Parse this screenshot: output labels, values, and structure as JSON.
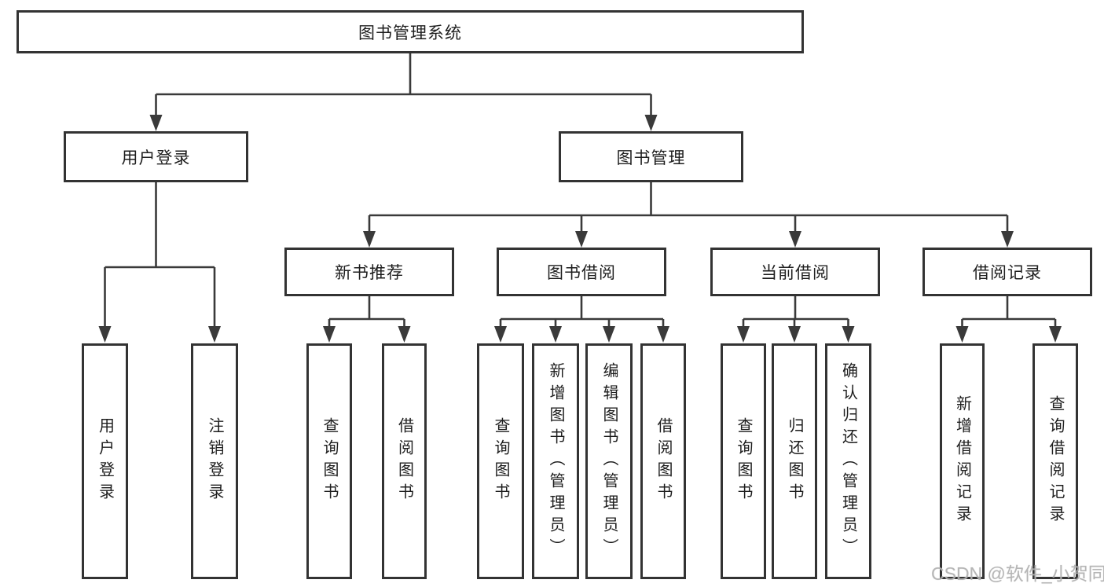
{
  "colors": {
    "line": "#3a3a3a",
    "box_border": "#333333",
    "text": "#1e1e1e",
    "watermark": "#b0b0b0",
    "background": "#ffffff"
  },
  "chart_data": {
    "type": "table",
    "title": "图书管理系统",
    "note": "function structure tree diagram"
  },
  "tree": {
    "root": "图书管理系统",
    "branches": [
      {
        "label": "用户登录",
        "children": [
          "用户登录",
          "注销登录"
        ]
      },
      {
        "label": "图书管理",
        "children": [
          {
            "label": "新书推荐",
            "children": [
              "查询图书",
              "借阅图书"
            ]
          },
          {
            "label": "图书借阅",
            "children": [
              "查询图书",
              "新增图书（管理员）",
              "编辑图书（管理员）",
              "借阅图书"
            ]
          },
          {
            "label": "当前借阅",
            "children": [
              "查询图书",
              "归还图书",
              "确认归还（管理员）"
            ]
          },
          {
            "label": "借阅记录",
            "children": [
              "新增借阅记录",
              "查询借阅记录"
            ]
          }
        ]
      }
    ]
  },
  "watermark": "CSDN @软件_小贺同学"
}
